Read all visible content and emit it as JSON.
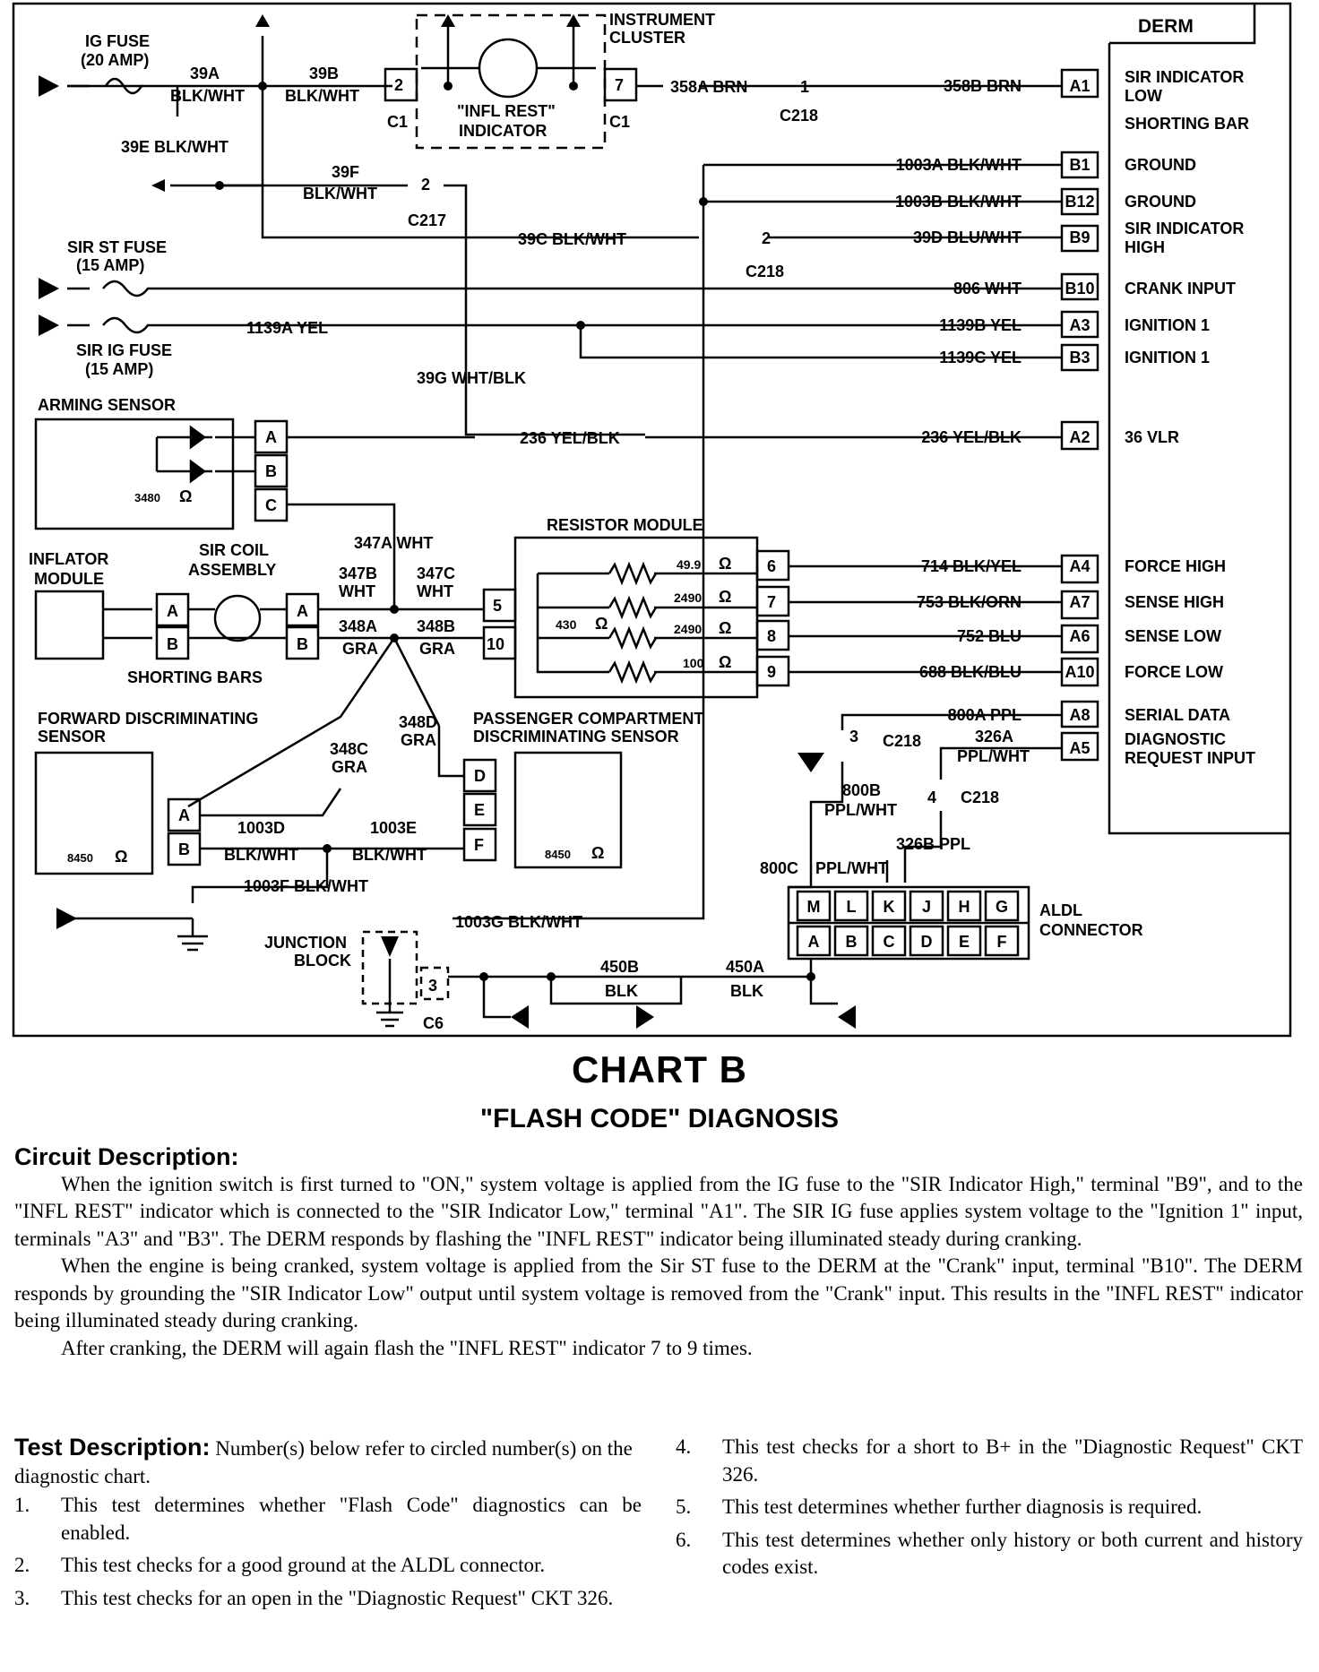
{
  "diagram": {
    "derm_title": "DERM",
    "derm_terminals": [
      {
        "pin": "A1",
        "wire": "358B BRN",
        "label_lines": [
          "SIR INDICATOR",
          "LOW"
        ]
      },
      {
        "pin": "",
        "wire": "",
        "label_lines": [
          "SHORTING BAR"
        ]
      },
      {
        "pin": "B1",
        "wire": "1003A BLK/WHT",
        "label_lines": [
          "GROUND"
        ]
      },
      {
        "pin": "B12",
        "wire": "1003B BLK/WHT",
        "label_lines": [
          "GROUND"
        ]
      },
      {
        "pin": "B9",
        "wire": "39D BLU/WHT",
        "label_lines": [
          "SIR INDICATOR",
          "HIGH"
        ]
      },
      {
        "pin": "B10",
        "wire": "806 WHT",
        "label_lines": [
          "CRANK INPUT"
        ]
      },
      {
        "pin": "A3",
        "wire": "1139B YEL",
        "label_lines": [
          "IGNITION 1"
        ]
      },
      {
        "pin": "B3",
        "wire": "1139C YEL",
        "label_lines": [
          "IGNITION 1"
        ]
      },
      {
        "pin": "A2",
        "wire": "236 YEL/BLK",
        "label_lines": [
          "36 VLR"
        ]
      },
      {
        "pin": "A4",
        "wire": "714 BLK/YEL",
        "label_lines": [
          "FORCE HIGH"
        ]
      },
      {
        "pin": "A7",
        "wire": "753 BLK/ORN",
        "label_lines": [
          "SENSE HIGH"
        ]
      },
      {
        "pin": "A6",
        "wire": "752 BLU",
        "label_lines": [
          "SENSE LOW"
        ]
      },
      {
        "pin": "A10",
        "wire": "688 BLK/BLU",
        "label_lines": [
          "FORCE LOW"
        ]
      },
      {
        "pin": "A8",
        "wire": "800A PPL",
        "label_lines": [
          "SERIAL DATA"
        ]
      },
      {
        "pin": "A5",
        "wire": "",
        "label_lines": [
          "DIAGNOSTIC",
          "REQUEST INPUT"
        ]
      }
    ],
    "fuses": {
      "ig": [
        "IG FUSE",
        "(20 AMP)"
      ],
      "sir_st": [
        "SIR ST FUSE",
        "(15 AMP)"
      ],
      "sir_ig": [
        "SIR IG FUSE",
        "(15 AMP)"
      ]
    },
    "wires": {
      "w39a": "39A",
      "w39b": "39B",
      "blkwht": "BLK/WHT",
      "w39e": "39E BLK/WHT",
      "w39f": "39F",
      "w39c": "39C BLK/WHT",
      "w1139a": "1139A YEL",
      "w39g": "39G WHT/BLK",
      "w358a": "358A BRN",
      "w326a": "326A",
      "pplwht": "PPL/WHT",
      "w800b": "800B",
      "w326b": "326B PPL",
      "w800c": "800C",
      "w347a": "347A WHT",
      "w347b": "347B",
      "w347c": "347C",
      "wht": "WHT",
      "w348a": "348A",
      "w348b": "348B",
      "gra": "GRA",
      "w348c": "348C",
      "w348d": "348D",
      "w1003d": "1003D",
      "w1003e": "1003E",
      "w1003f": "1003F BLK/WHT",
      "w1003g": "1003G BLK/WHT",
      "w450a": "450A",
      "w450b": "450B",
      "blk": "BLK"
    },
    "connectors": {
      "c1": "C1",
      "c217": "C217",
      "c218": "C218",
      "c6": "C6",
      "pin2": "2",
      "pin7": "7",
      "pin1": "1",
      "pin3": "3",
      "pin4": "4",
      "pin5": "5",
      "pin10": "10",
      "pin6": "6",
      "pin8": "8",
      "pin9": "9",
      "pinA": "A",
      "pinB": "B",
      "pinC": "C",
      "pinD": "D",
      "pinE": "E",
      "pinF": "F"
    },
    "components": {
      "instrument_cluster": [
        "INSTRUMENT",
        "CLUSTER"
      ],
      "infl_rest": [
        "\"INFL REST\"",
        "INDICATOR"
      ],
      "arming_sensor": "ARMING SENSOR",
      "arming_ohms": "3480",
      "ohm": "Ω",
      "inflator_module": [
        "INFLATOR",
        "MODULE"
      ],
      "sir_coil": [
        "SIR COIL",
        "ASSEMBLY"
      ],
      "shorting_bars": "SHORTING BARS",
      "resistor_module": "RESISTOR MODULE",
      "resistor_values": [
        "49.9",
        "2490",
        "2490",
        "100"
      ],
      "resistor_430": "430",
      "forward_sensor": [
        "FORWARD DISCRIMINATING",
        "SENSOR"
      ],
      "passenger_sensor": [
        "PASSENGER COMPARTMENT",
        "DISCRIMINATING SENSOR"
      ],
      "sensor_ohms": "8450",
      "junction_block": [
        "JUNCTION",
        "BLOCK"
      ],
      "aldl": [
        "ALDL",
        "CONNECTOR"
      ],
      "aldl_top": [
        "M",
        "L",
        "K",
        "J",
        "H",
        "G"
      ],
      "aldl_bottom": [
        "A",
        "B",
        "C",
        "D",
        "E",
        "F"
      ]
    }
  },
  "chart_title": "CHART B",
  "chart_subtitle": "\"FLASH CODE\" DIAGNOSIS",
  "circuit_description": {
    "heading": "Circuit Description:",
    "paragraphs": [
      "When the ignition switch is first turned to \"ON,\" system voltage is applied from the IG fuse to the \"SIR Indicator High,\" terminal \"B9\", and to the \"INFL REST\" indicator which is connected to the \"SIR Indicator Low,\" terminal \"A1\". The SIR IG fuse applies system voltage to the \"Ignition 1\" input, terminals \"A3\" and \"B3\". The DERM responds by flashing the \"INFL REST\" indicator being illuminated steady during cranking.",
      "When the engine is being cranked, system voltage is applied from the Sir ST fuse to the DERM at the \"Crank\" input, terminal \"B10\". The DERM responds by grounding the \"SIR Indicator Low\" output until system voltage is removed from the \"Crank\" input. This results in the \"INFL REST\" indicator being illuminated steady during cranking.",
      "After cranking, the DERM will again flash the \"INFL REST\" indicator 7 to 9 times."
    ]
  },
  "test_description": {
    "heading": "Test Description:",
    "intro": "Number(s) below refer to circled number(s) on the diagnostic chart.",
    "items": [
      {
        "num": "1.",
        "text": "This test determines whether \"Flash Code\" diagnostics can be enabled."
      },
      {
        "num": "2.",
        "text": "This test checks for a good ground at the ALDL connector."
      },
      {
        "num": "3.",
        "text": "This test checks for an open in the \"Diagnostic Request\" CKT 326."
      },
      {
        "num": "4.",
        "text": "This test checks for a short to B+ in the \"Diagnostic Request\" CKT 326."
      },
      {
        "num": "5.",
        "text": "This test determines whether further diagnosis is required."
      },
      {
        "num": "6.",
        "text": "This test determines whether only history or both current and history codes exist."
      }
    ]
  }
}
